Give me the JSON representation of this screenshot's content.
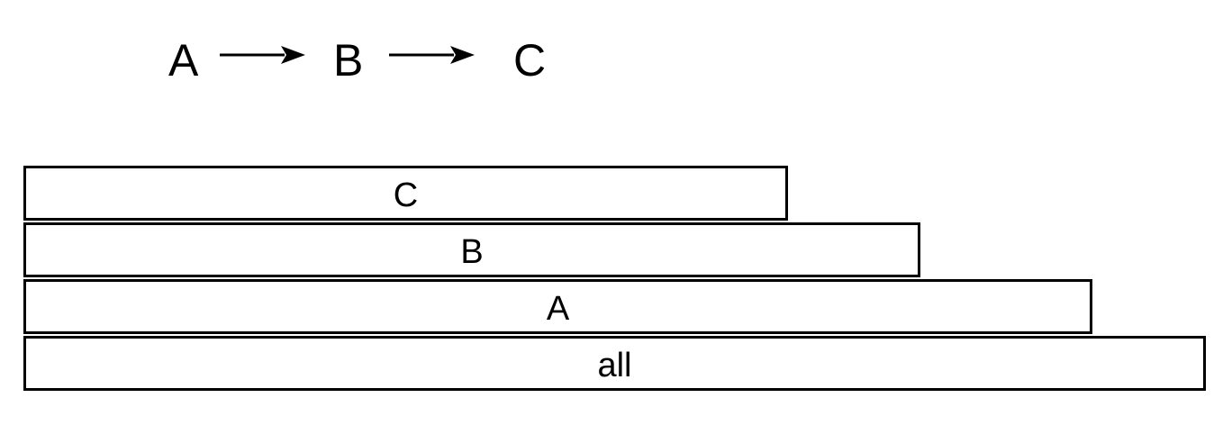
{
  "chain": {
    "nodes": [
      "A",
      "B",
      "C"
    ]
  },
  "layers": [
    {
      "label": "C"
    },
    {
      "label": "B"
    },
    {
      "label": "A"
    },
    {
      "label": "all"
    }
  ],
  "colors": {
    "stroke": "#000000",
    "background": "#ffffff"
  }
}
